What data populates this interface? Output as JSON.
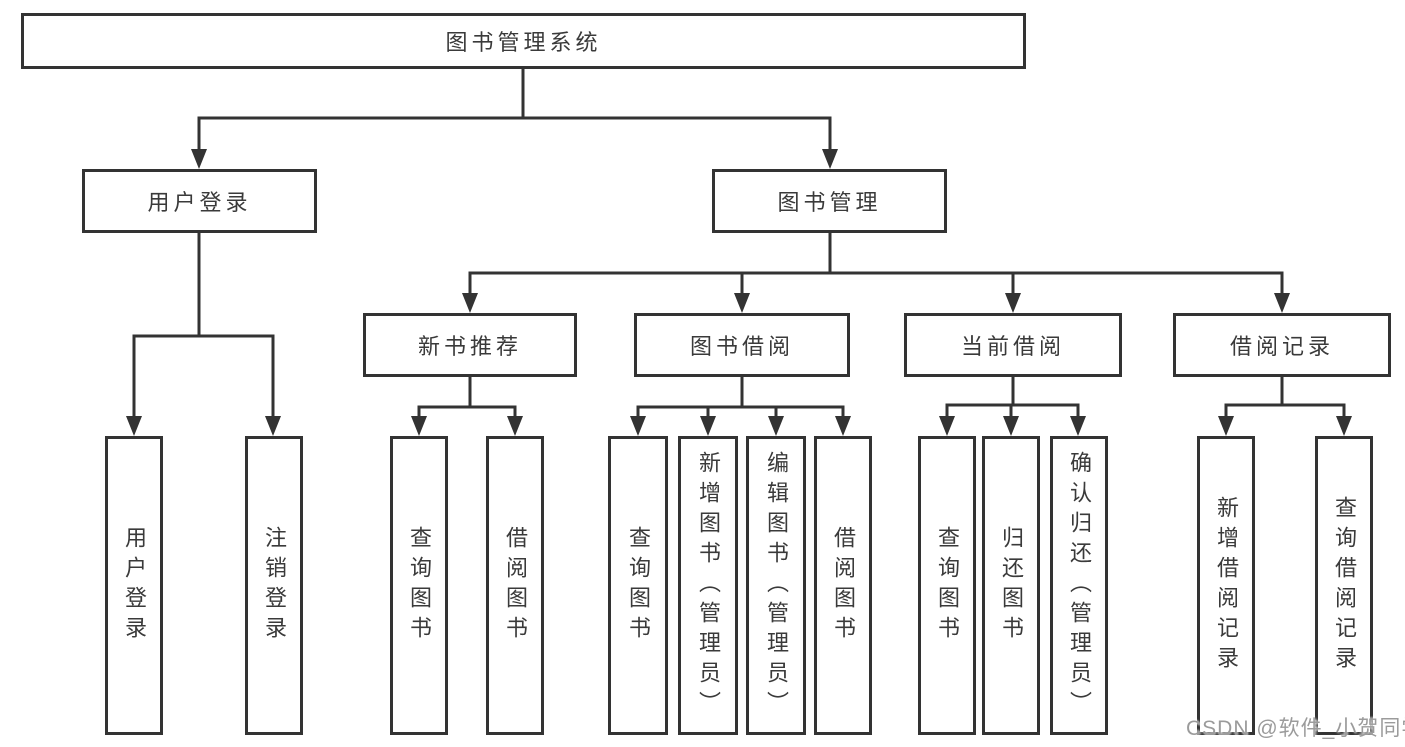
{
  "diagram": {
    "title": "图书管理系统",
    "root": {
      "label": "图书管理系统"
    },
    "branches": [
      {
        "label": "用户登录",
        "children": [
          {
            "label": "用户登录"
          },
          {
            "label": "注销登录"
          }
        ]
      },
      {
        "label": "图书管理",
        "sections": [
          {
            "label": "新书推荐",
            "children": [
              {
                "label": "查询图书"
              },
              {
                "label": "借阅图书"
              }
            ]
          },
          {
            "label": "图书借阅",
            "children": [
              {
                "label": "查询图书"
              },
              {
                "label": "新增图书（管理员）"
              },
              {
                "label": "编辑图书（管理员）"
              },
              {
                "label": "借阅图书"
              }
            ]
          },
          {
            "label": "当前借阅",
            "children": [
              {
                "label": "查询图书"
              },
              {
                "label": "归还图书"
              },
              {
                "label": "确认归还（管理员）"
              }
            ]
          },
          {
            "label": "借阅记录",
            "children": [
              {
                "label": "新增借阅记录"
              },
              {
                "label": "查询借阅记录"
              }
            ]
          }
        ]
      }
    ]
  },
  "watermark": {
    "text": "CSDN @软件_小贺同学"
  },
  "colors": {
    "line": "#333333",
    "text": "#3a3a3a",
    "box_background": "#ffffff",
    "page_background": "#ffffff",
    "watermark": "#9b9b9b"
  }
}
